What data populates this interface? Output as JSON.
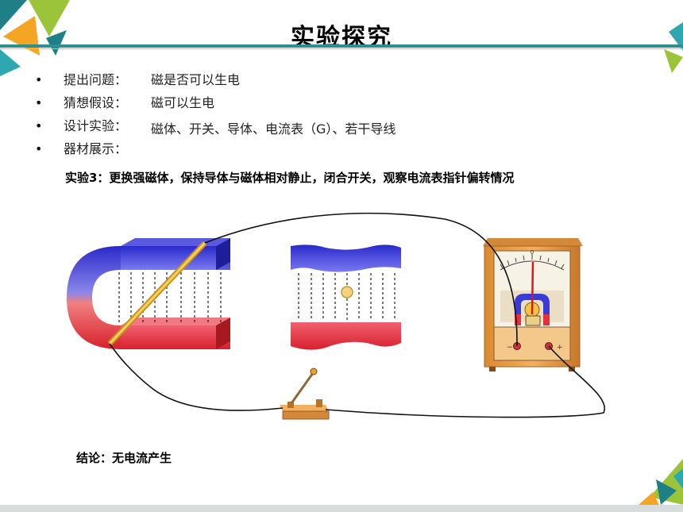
{
  "slide": {
    "title": "实验探究",
    "bullets": [
      {
        "label": "提出问题：",
        "value": "磁是否可以生电"
      },
      {
        "label": "猜想假设：",
        "value": "磁可以生电"
      },
      {
        "label": "设计实验：",
        "value": "磁体、开关、导体、电流表（G）、若干导线"
      },
      {
        "label": "器材展示：",
        "value": ""
      }
    ],
    "bullet_char": "•",
    "experiment_caption": "实验3：更换强磁体，保持导体与磁体相对静止，闭合开关，观察电流表指针偏转情况",
    "conclusion": "结论：无电流产生",
    "meter": {
      "scale_zero": "0",
      "minus": "−",
      "plus": "+"
    }
  },
  "colors": {
    "accent_teal": "#2f8f8f",
    "deco_green": "#9cc43a",
    "deco_orange": "#f4a523",
    "deco_teal": "#1f7f86",
    "magnet_north": "#3a3ad6",
    "magnet_south": "#e8303c",
    "conductor": "#e8b020"
  }
}
